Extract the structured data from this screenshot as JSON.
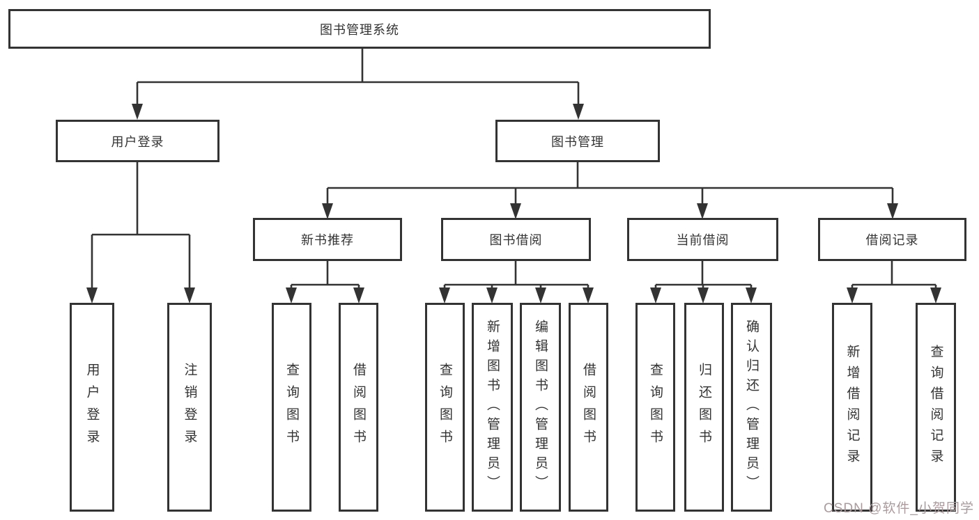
{
  "diagram": {
    "type": "hierarchy-tree",
    "nodes": {
      "root": {
        "label": "图书管理系统"
      },
      "user_login": {
        "label": "用户登录"
      },
      "book_mgmt": {
        "label": "图书管理"
      },
      "new_book": {
        "label": "新书推荐"
      },
      "book_borrow": {
        "label": "图书借阅"
      },
      "current_borrow": {
        "label": "当前借阅"
      },
      "borrow_record": {
        "label": "借阅记录"
      },
      "leaf_user_login": {
        "label": "用户登录"
      },
      "leaf_logout": {
        "label": "注销登录"
      },
      "leaf_nb_query": {
        "label": "查询图书"
      },
      "leaf_nb_borrow": {
        "label": "借阅图书"
      },
      "leaf_bb_query": {
        "label": "查询图书"
      },
      "leaf_bb_add": {
        "label": "新增图书（管理员）"
      },
      "leaf_bb_edit": {
        "label": "编辑图书（管理员）"
      },
      "leaf_bb_borrow": {
        "label": "借阅图书"
      },
      "leaf_cb_query": {
        "label": "查询图书"
      },
      "leaf_cb_return": {
        "label": "归还图书"
      },
      "leaf_cb_confirm": {
        "label": "确认归还（管理员）"
      },
      "leaf_br_add": {
        "label": "新增借阅记录"
      },
      "leaf_br_query": {
        "label": "查询借阅记录"
      }
    },
    "edges": [
      [
        "root",
        "user_login"
      ],
      [
        "root",
        "book_mgmt"
      ],
      [
        "user_login",
        "leaf_user_login"
      ],
      [
        "user_login",
        "leaf_logout"
      ],
      [
        "book_mgmt",
        "new_book"
      ],
      [
        "book_mgmt",
        "book_borrow"
      ],
      [
        "book_mgmt",
        "current_borrow"
      ],
      [
        "book_mgmt",
        "borrow_record"
      ],
      [
        "new_book",
        "leaf_nb_query"
      ],
      [
        "new_book",
        "leaf_nb_borrow"
      ],
      [
        "book_borrow",
        "leaf_bb_query"
      ],
      [
        "book_borrow",
        "leaf_bb_add"
      ],
      [
        "book_borrow",
        "leaf_bb_edit"
      ],
      [
        "book_borrow",
        "leaf_bb_borrow"
      ],
      [
        "current_borrow",
        "leaf_cb_query"
      ],
      [
        "current_borrow",
        "leaf_cb_return"
      ],
      [
        "current_borrow",
        "leaf_cb_confirm"
      ],
      [
        "borrow_record",
        "leaf_br_add"
      ],
      [
        "borrow_record",
        "leaf_br_query"
      ]
    ]
  },
  "watermark": {
    "text": "CSDN @软件_小贺同学"
  },
  "colors": {
    "line": "#333333",
    "text": "#333333",
    "box_bg": "#ffffff",
    "background": "#ffffff",
    "watermark": "#ab9b9d"
  }
}
